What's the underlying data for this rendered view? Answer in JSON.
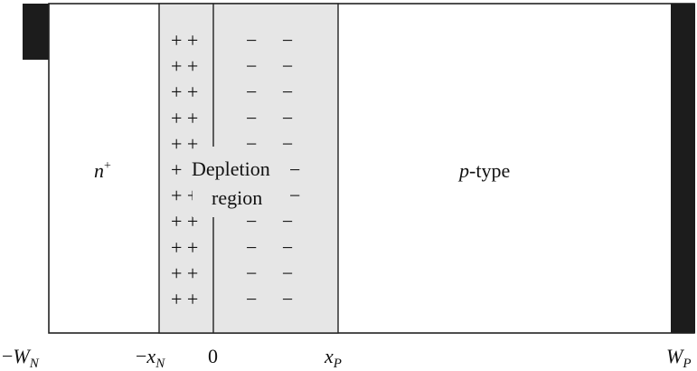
{
  "regions": {
    "n_label": "n",
    "n_superscript": "+",
    "p_label_italic": "p",
    "p_label_rest": "-type",
    "depletion_line1": "Depletion",
    "depletion_line2": "region"
  },
  "charges": {
    "positive_rows": [
      "+ +",
      "+ +",
      "+ +",
      "+ +",
      "+ +",
      "+",
      "+ +",
      "+ +",
      "+ +",
      "+ +",
      "+ +"
    ],
    "negative_rows": [
      "−     −",
      "−     −",
      "−     −",
      "−     −",
      "−     −",
      "−",
      "−",
      "−     −",
      "−     −",
      "−     −",
      "−     −"
    ]
  },
  "axis": {
    "minus_WN_sign": "−",
    "minus_WN_main": "W",
    "minus_WN_sub": "N",
    "minus_xN_sign": "−",
    "minus_xN_main": "x",
    "minus_xN_sub": "N",
    "zero": "0",
    "xP_main": "x",
    "xP_sub": "P",
    "WP_main": "W",
    "WP_sub": "P"
  },
  "colors": {
    "depletion_fill": "#e6e6e6",
    "contact_fill": "#1c1c1c",
    "outline": "#222222",
    "background": "#ffffff"
  }
}
